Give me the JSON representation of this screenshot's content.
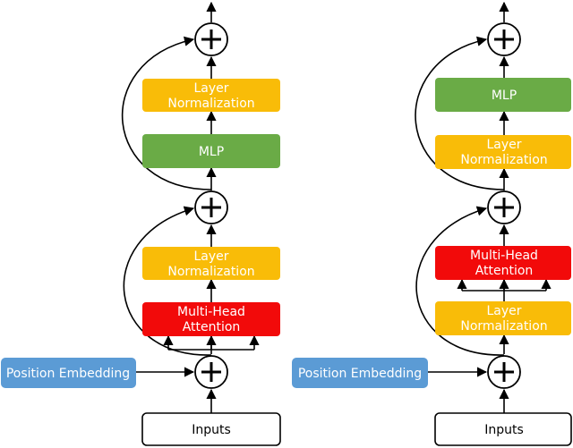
{
  "colors": {
    "layer_norm": "#F9BC08",
    "mlp": "#6AAB46",
    "attention": "#F20A0A",
    "position_embedding": "#5B9BD5",
    "inputs_fill": "#FFFFFF",
    "line": "#000000",
    "box_text_light": "#FFFFFF",
    "box_text_dark": "#000000"
  },
  "icons": {
    "add": "circled-plus-icon",
    "arrow": "arrow-head"
  },
  "left_block": {
    "inputs": "Inputs",
    "position_embedding": "Position Embedding",
    "attention": [
      "Multi-Head",
      "Attention"
    ],
    "norm1": [
      "Layer",
      "Normalization"
    ],
    "mlp": "MLP",
    "norm2": [
      "Layer",
      "Normalization"
    ]
  },
  "right_block": {
    "inputs": "Inputs",
    "position_embedding": "Position Embedding",
    "norm1": [
      "Layer",
      "Normalization"
    ],
    "attention": [
      "Multi-Head",
      "Attention"
    ],
    "norm2": [
      "Layer",
      "Normalization"
    ],
    "mlp": "MLP"
  }
}
